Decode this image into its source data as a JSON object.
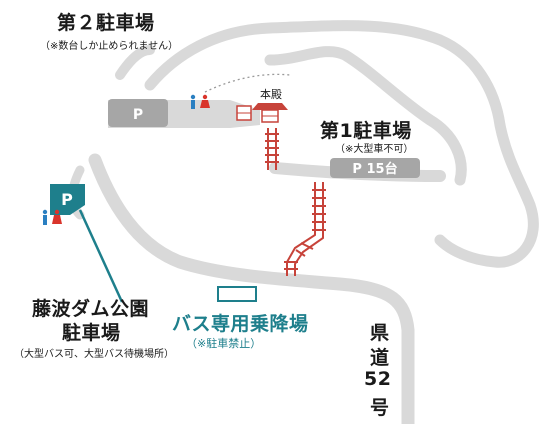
{
  "parking2": {
    "title": "第２駐車場",
    "note": "（※数台しか止められません）",
    "sign": "P"
  },
  "parking1": {
    "title": "第1駐車場",
    "note": "（※大型車不可）",
    "sign": "P 15台"
  },
  "main_hall": {
    "label": "本殿"
  },
  "fujinami": {
    "title_line1": "藤波ダム公園",
    "title_line2": "駐車場",
    "note": "（大型バス可、大型バス待機場所）",
    "sign": "P"
  },
  "bus_area": {
    "title": "バス専用乗降場",
    "note": "（※駐車禁止）"
  },
  "road": {
    "label_line1": "県",
    "label_line2": "道",
    "label_line3": "52",
    "label_line4": "号"
  },
  "icons": [
    "restroom-icon",
    "shrine-icon",
    "stairs-icon"
  ],
  "colors": {
    "road": "#d9d9d9",
    "parking": "#a6a6a6",
    "teal": "#1e7f8c",
    "stairs": "#c7433a",
    "male": "#2a7fc1",
    "female": "#d9342b"
  }
}
